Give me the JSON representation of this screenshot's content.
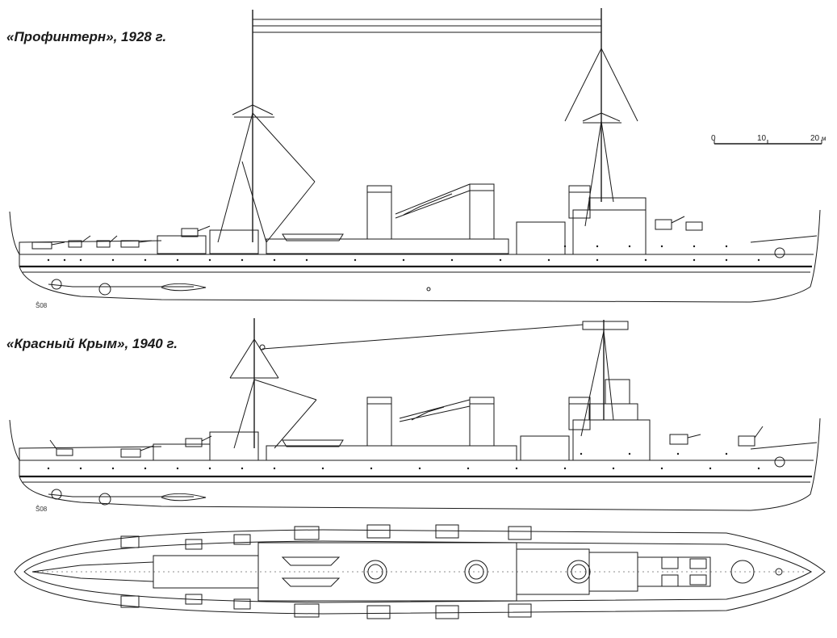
{
  "captions": {
    "top": "«Профинтерн», 1928 г.",
    "middle": "«Красный Крым», 1940 г."
  },
  "scale": {
    "zero": "0",
    "ten": "10",
    "twenty": "20",
    "unit": "м"
  },
  "frame_marks": {
    "top": "Ŝ08",
    "middle": "Ŝ08"
  }
}
